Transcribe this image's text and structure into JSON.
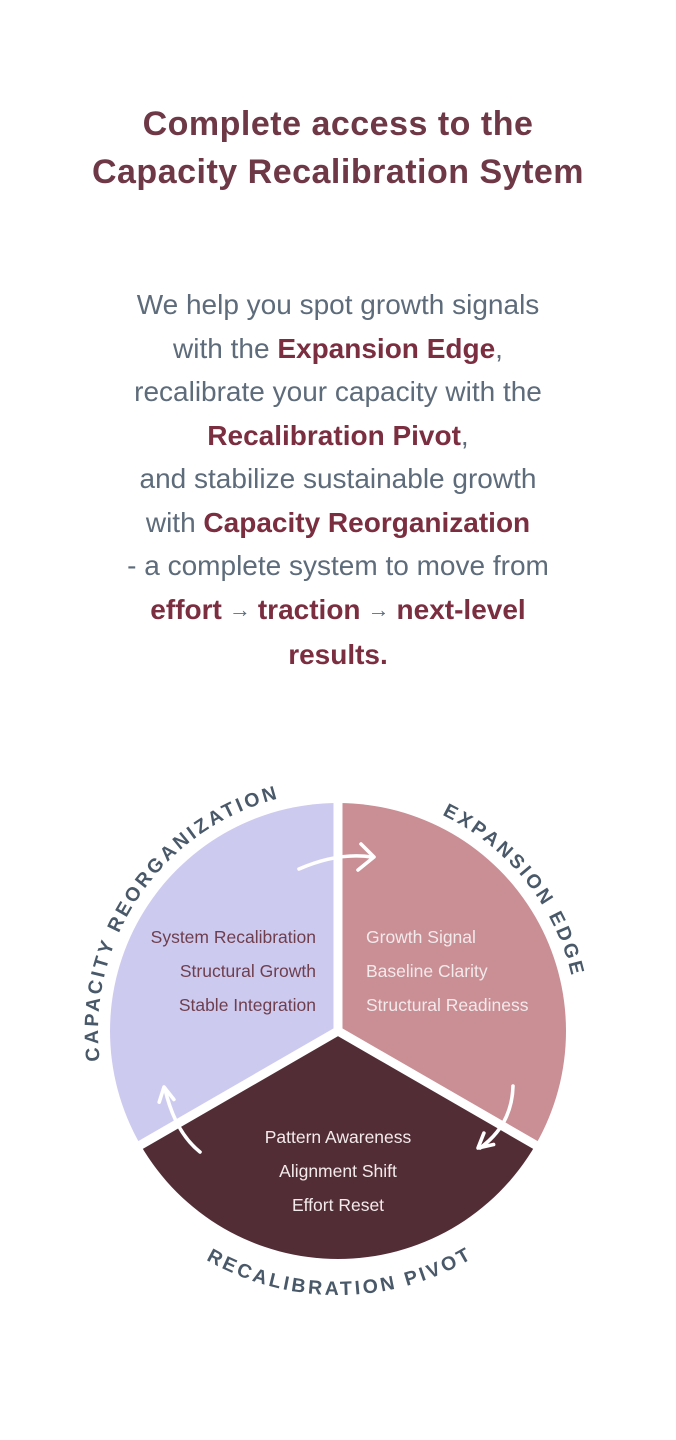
{
  "title": {
    "line1": "Complete access to the",
    "line2": "Capacity Recalibration Sytem"
  },
  "intro": {
    "l1": "We help you spot growth signals",
    "l2a": "with the ",
    "l2b": "Expansion Edge",
    "l2c": ",",
    "l3": "recalibrate your capacity with the",
    "l4a": "Recalibration Pivot",
    "l4b": ",",
    "l5": "and stabilize sustainable growth",
    "l6a": "with ",
    "l6b": "Capacity Reorganization",
    "l7": "- a complete system to move from",
    "l8a": "effort",
    "l8arrow1": "→",
    "l8b": "traction",
    "l8arrow2": "→",
    "l8c": "next-level",
    "l9": "results."
  },
  "wheel": {
    "segments": [
      {
        "label": "CAPACITY REORGANIZATION",
        "color": "#cdcaf0",
        "items": [
          "System Recalibration",
          "Structural Growth",
          "Stable Integration"
        ]
      },
      {
        "label": "EXPANSION EDGE",
        "color": "#ca8e95",
        "items": [
          "Growth Signal",
          "Baseline Clarity",
          "Structural Readiness"
        ]
      },
      {
        "label": "RECALIBRATION PIVOT",
        "color": "#532d36",
        "items": [
          "Pattern Awareness",
          "Alignment Shift",
          "Effort Reset"
        ]
      }
    ]
  },
  "colors": {
    "background": "#ffffff",
    "title_text": "#6f3847",
    "body_text": "#5d6b7a",
    "body_accent": "#7b2e40",
    "segment_lavender": "#cdcaf0",
    "segment_rose": "#ca8e95",
    "segment_dark_maroon": "#532d36",
    "lavender_item_text": "#6f3e4d",
    "light_item_text": "#f2eaeb",
    "arc_label_text": "#4a5969",
    "flow_arrow": "#ffffff"
  }
}
